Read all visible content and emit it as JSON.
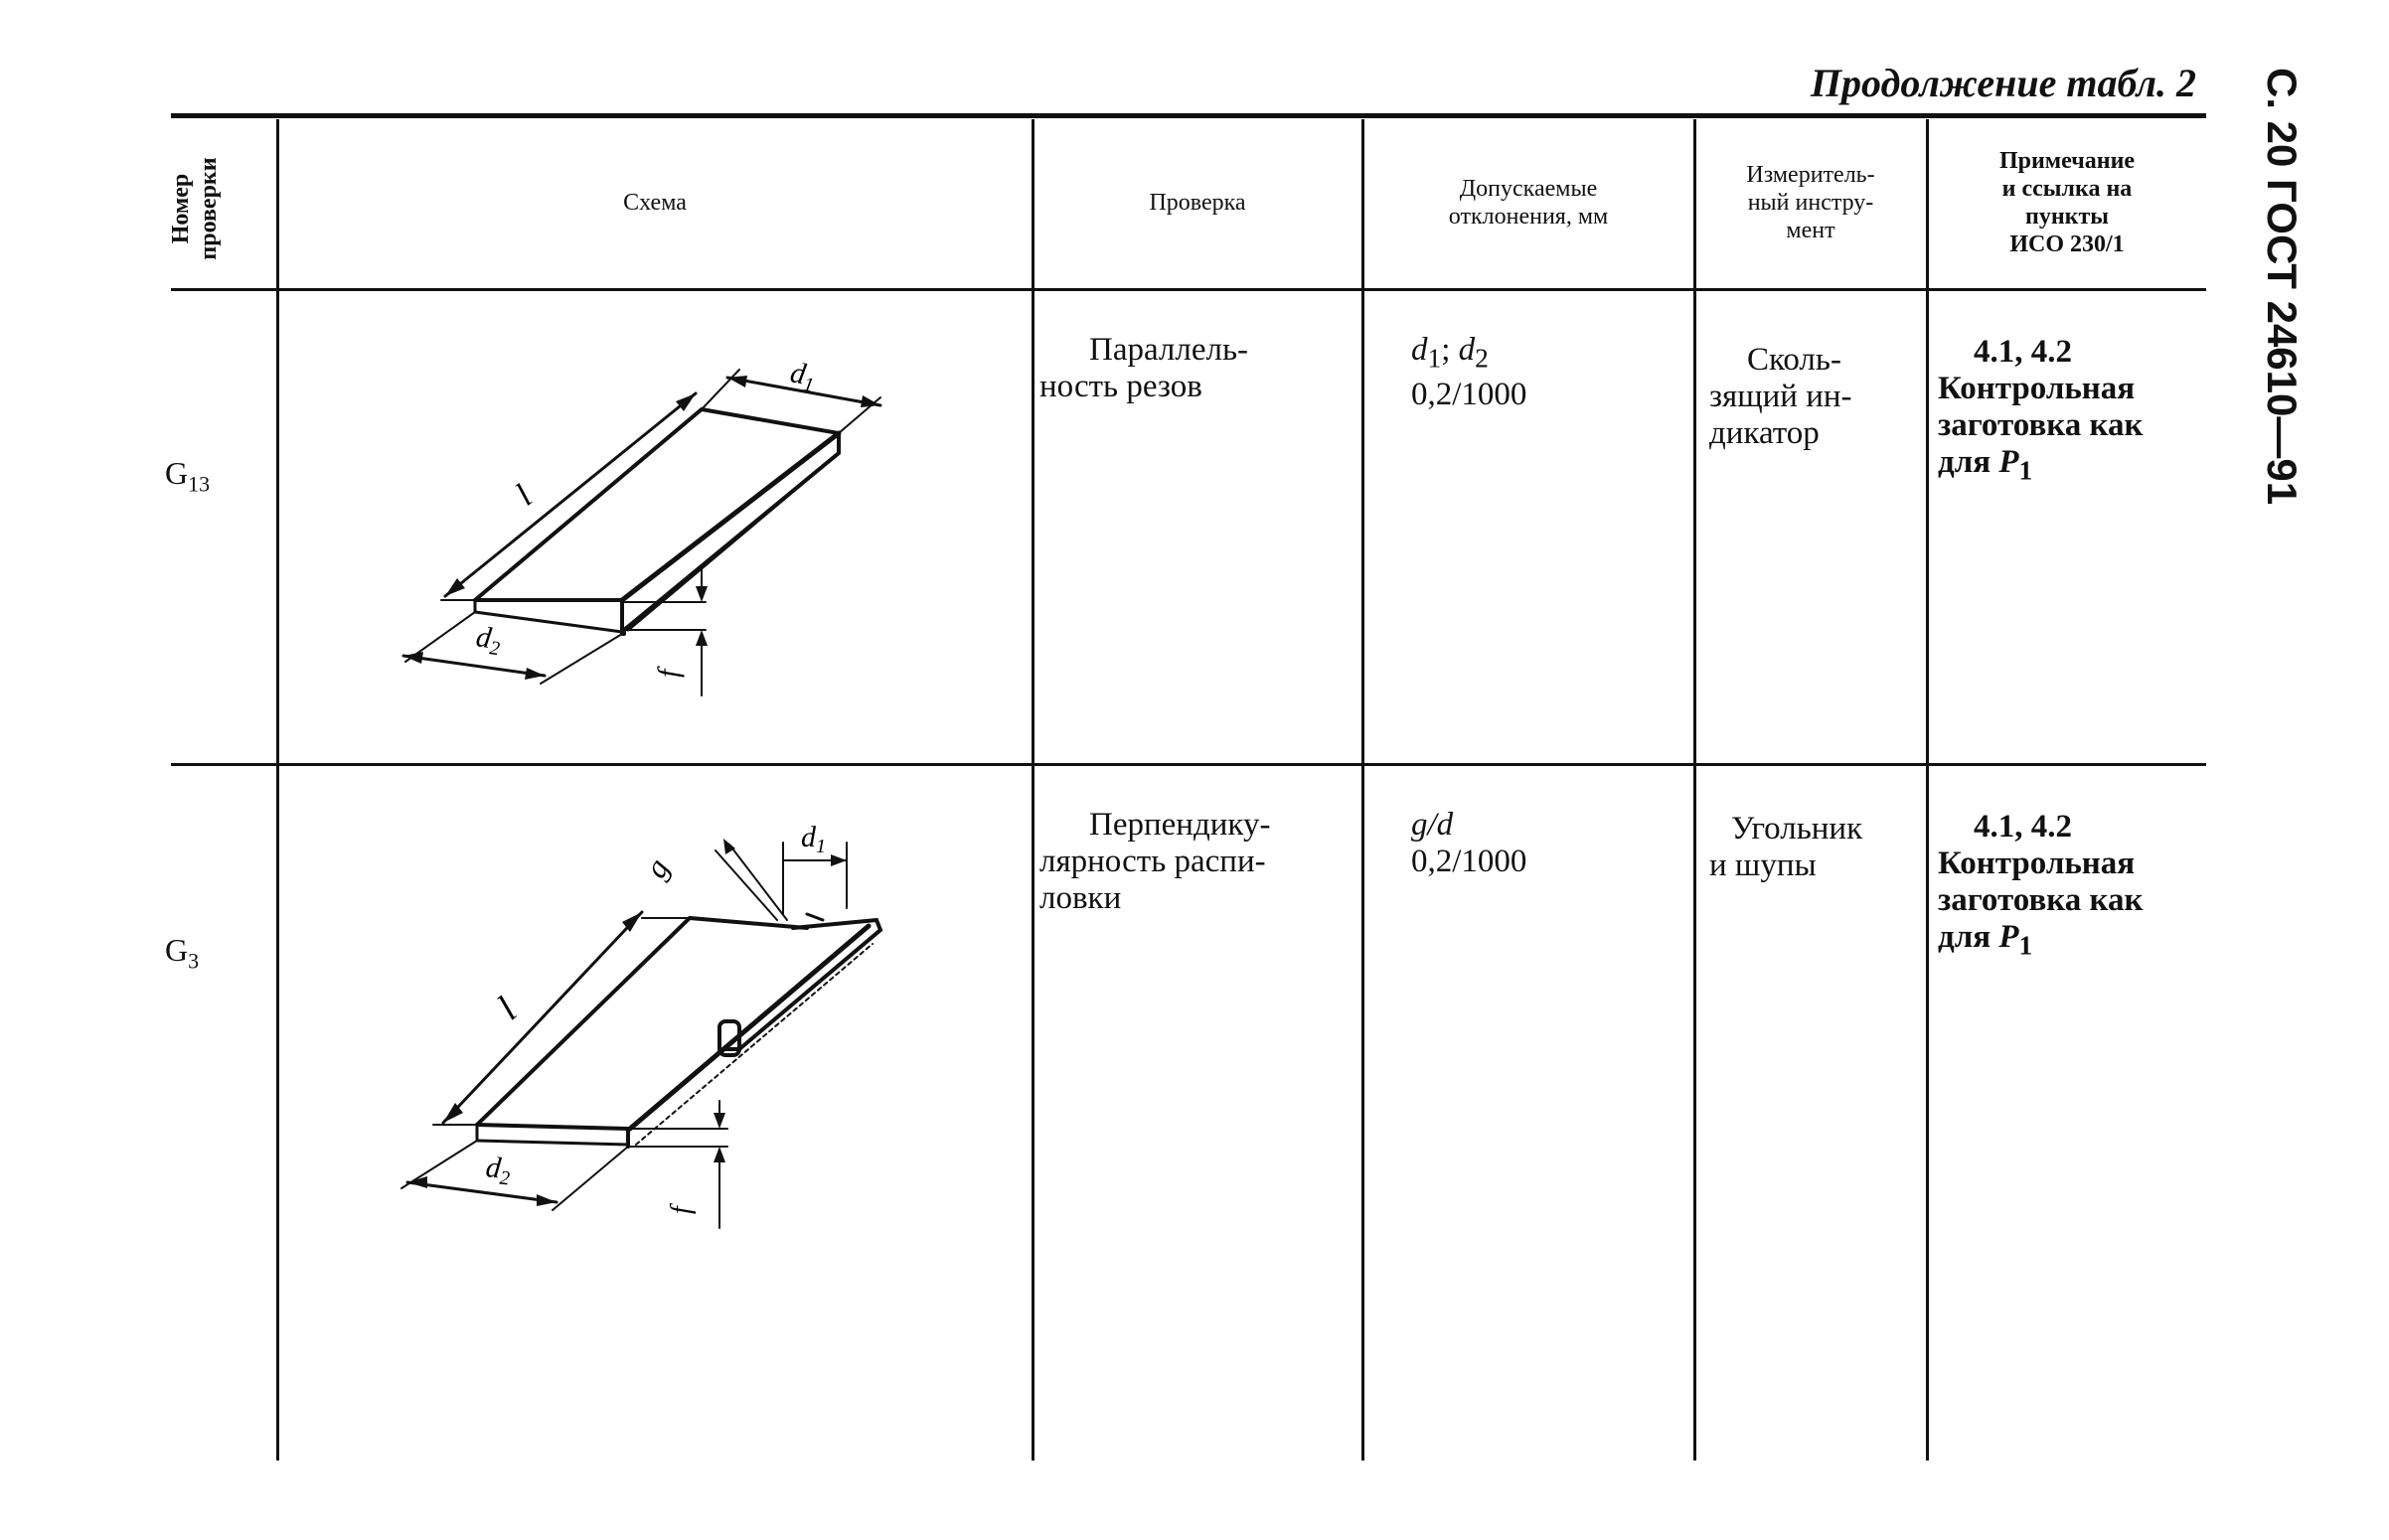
{
  "header": {
    "continuation": "Продолжение табл. 2",
    "page_ref": "С. 20 ГОСТ 24610—91"
  },
  "columns": {
    "number": [
      "Номер",
      "проверки"
    ],
    "scheme": "Схема",
    "check": "Проверка",
    "tolerance": [
      "Допускаемые",
      "отклонения, мм"
    ],
    "instrument": [
      "Измеритель-",
      "ный инстру-",
      "мент"
    ],
    "note": [
      "Примечание",
      "и ссылка на",
      "пункты",
      "ИСО 230/1"
    ]
  },
  "rows": [
    {
      "number": "G",
      "number_sub": "13",
      "check": [
        "Параллель-",
        "ность резов"
      ],
      "tol_var_1": "d",
      "tol_sub_1": "1",
      "tol_sep": "; ",
      "tol_var_2": "d",
      "tol_sub_2": "2",
      "tol_value": "0,2/1000",
      "instrument": [
        "Сколь-",
        "зящий ин-",
        "дикатор"
      ],
      "note_points": "4.1, 4.2",
      "note_lines": [
        "Контрольная",
        "заготовка как"
      ],
      "note_last": "для ",
      "note_var": "P",
      "note_sub": "1",
      "diagram_labels": {
        "d1": "d",
        "d1_sub": "1",
        "d2": "d",
        "d2_sub": "2",
        "l": "l",
        "f": "f"
      }
    },
    {
      "number": "G",
      "number_sub": "3",
      "check": [
        "Перпендику-",
        "лярность распи-",
        "ловки"
      ],
      "tol_expr": "g/d",
      "tol_value": "0,2/1000",
      "instrument": [
        "Угольник",
        "и шупы"
      ],
      "note_points": "4.1, 4.2",
      "note_lines": [
        "Контрольная",
        "заготовка как"
      ],
      "note_last": "для ",
      "note_var": "P",
      "note_sub": "1",
      "diagram_labels": {
        "d1": "d",
        "d1_sub": "1",
        "d2": "d",
        "d2_sub": "2",
        "l": "l",
        "g": "g",
        "f": "f"
      }
    }
  ]
}
